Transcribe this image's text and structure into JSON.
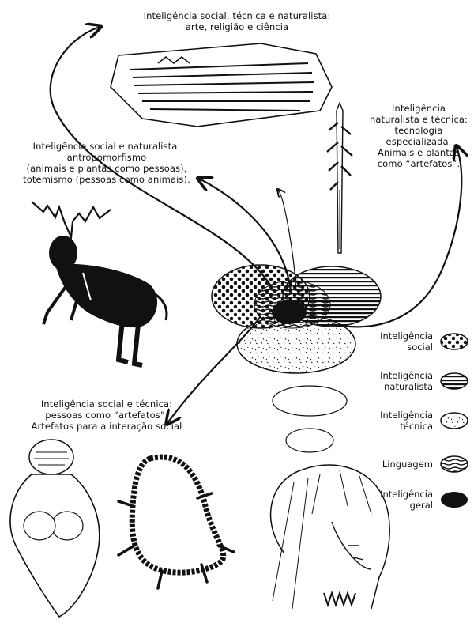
{
  "labels": {
    "top": [
      "Inteligência social, técnica e naturalista:",
      "arte, religião e ciência"
    ],
    "naturalista_tecnica": [
      "Inteligência",
      "naturalista e técnica:",
      "tecnologia",
      "especializada.",
      "Animais e plantas",
      "como “artefatos”."
    ],
    "social_naturalista": [
      "Inteligência social e naturalista:",
      "antropomorfismo",
      "(animais e plantas como pessoas),",
      "totemismo (pessoas como animais)."
    ],
    "social_tecnica": [
      "Inteligência social e técnica:",
      "pessoas como “artefatos”.",
      "Artefatos para a interação social"
    ]
  },
  "legend": [
    {
      "lines": [
        "Inteligência",
        "social"
      ],
      "icon": "dots-pattern-icon"
    },
    {
      "lines": [
        "Inteligência",
        "naturalista"
      ],
      "icon": "stripes-pattern-icon"
    },
    {
      "lines": [
        "Inteligência",
        "técnica"
      ],
      "icon": "speckle-pattern-icon"
    },
    {
      "lines": [
        "Linguagem"
      ],
      "icon": "wavy-lines-pattern-icon"
    },
    {
      "lines": [
        "Inteligência",
        "geral"
      ],
      "icon": "solid-black-icon"
    }
  ],
  "illustrations": [
    "engraved-plaque-icon",
    "harpoon-icon",
    "deer-shaman-icon",
    "venus-figurine-icon",
    "tooth-necklace-icon",
    "human-head-icon"
  ],
  "colors": {
    "ink": "#111111",
    "paper": "#ffffff"
  }
}
